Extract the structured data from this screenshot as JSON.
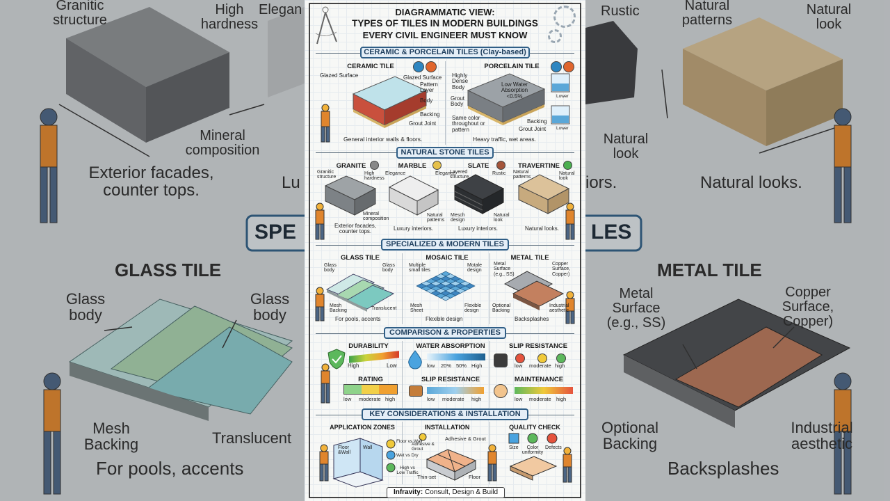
{
  "poster": {
    "title_line1": "DIAGRAMMATIC VIEW:",
    "title_line2": "TYPES OF TILES IN MODERN BUILDINGS",
    "title_line3": "EVERY CIVIL ENGINEER MUST KNOW",
    "footer_brand": "Infravity:",
    "footer_text": "Consult, Design & Build"
  },
  "sections": {
    "ceramic": {
      "heading": "CERAMIC & PORCELAIN TILES (Clay-based)",
      "ceramic_tile": {
        "title": "CERAMIC TILE",
        "labels": [
          "Glazed Surface",
          "Glazed Surface",
          "Pattern Layer",
          "Body",
          "Backing",
          "Grout Joint"
        ],
        "use": "General interior walls & floors."
      },
      "porcelain_tile": {
        "title": "PORCELAIN TILE",
        "labels": [
          "Highly Dense Body",
          "Low Water Absorption <0.5%",
          "Grout Body",
          "Same color throughout or pattern",
          "Backing",
          "Grout Joint",
          "Lower",
          "Lower"
        ],
        "use": "Heavy traffic, wet areas."
      }
    },
    "stone": {
      "heading": "NATURAL STONE TILES",
      "granite": {
        "title": "GRANITE",
        "labels": [
          "Granitic structure",
          "High hardness",
          "Mineral composition"
        ],
        "use": "Exterior facades, counter tops."
      },
      "marble": {
        "title": "MARBLE",
        "labels": [
          "Elegance",
          "Elegance",
          "Natural patterns"
        ],
        "use": "Luxury interiors."
      },
      "slate": {
        "title": "SLATE",
        "labels": [
          "Layered structure",
          "Rustic",
          "Mesch design",
          "Natural look"
        ],
        "use": "Luxury interiors."
      },
      "travertine": {
        "title": "TRAVERTINE",
        "labels": [
          "Natural patterns",
          "Natural look"
        ],
        "use": "Natural looks."
      }
    },
    "specialized": {
      "heading": "SPECIALIZED & MODERN TILES",
      "glass": {
        "title": "GLASS TILE",
        "labels": [
          "Glass body",
          "Glass body",
          "Mesh Backing",
          "Translucent"
        ],
        "use": "For pools, accents"
      },
      "mosaic": {
        "title": "MOSAIC TILE",
        "labels": [
          "Multiple small tiles",
          "Motale design",
          "Mesh Sheet",
          "Flexible design"
        ],
        "use": "Flexible design"
      },
      "metal": {
        "title": "METAL TILE",
        "labels": [
          "Metal Surface (e.g., SS)",
          "Copper Surface, Copper)",
          "Optional Backing",
          "Industrial aesthetic"
        ],
        "use": "Backsplashes"
      }
    },
    "comparison": {
      "heading": "COMPARISON & PROPERTIES",
      "durability": {
        "title": "DURABILITY",
        "low": "Low",
        "high": "High"
      },
      "water_absorption": {
        "title": "WATER ABSORPTION",
        "ticks": [
          "low",
          "20%",
          "50%",
          "High"
        ]
      },
      "slip_resistance_top": {
        "title": "SLIP RESISTANCE",
        "ticks": [
          "low",
          "moderate",
          "high"
        ]
      },
      "rating": {
        "title": "RATING",
        "ticks": [
          "low",
          "moderate",
          "high"
        ]
      },
      "slip_resistance_mid": {
        "title": "SLIP RESISTANCE",
        "ticks": [
          "low",
          "moderate",
          "high"
        ]
      },
      "maintenance": {
        "title": "MAINTENANCE",
        "ticks": [
          "low",
          "moderate",
          "high"
        ]
      }
    },
    "key": {
      "heading": "KEY CONSIDERATIONS & INSTALLATION",
      "application": {
        "title": "APPLICATION ZONES",
        "labels": [
          "Floor vs Wall",
          "Wet vs Dry",
          "High vs Low Traffic",
          "Floor &Wall",
          "Wall"
        ]
      },
      "installation": {
        "title": "INSTALLATION",
        "labels": [
          "Adhesive & Grout",
          "Adhesive & Grout",
          "Thin-set",
          "Floor"
        ]
      },
      "quality": {
        "title": "QUALITY CHECK",
        "labels": [
          "Size",
          "Color uniformity",
          "Defects"
        ]
      }
    }
  },
  "sides": {
    "left": {
      "granite_label": "Granitic structure",
      "hardness_label": "High hardness",
      "elegance_label": "Elegan",
      "mineral_label": "Mineral composition",
      "use": "Exterior facades, counter tops.",
      "use_cut": "Lu",
      "banner": "SPE",
      "glass_title": "GLASS TILE",
      "glass_body_a": "Glass body",
      "glass_body_b": "Glass body",
      "mesh_label": "Mesh Backing",
      "translucent_label": "Translucent",
      "glass_use": "For pools, accents"
    },
    "right": {
      "rustic_label": "Rustic",
      "patterns_label": "Natural patterns",
      "natural_look_a": "Natural look",
      "natural_look_b": "Natural look",
      "use_cut": "iors.",
      "use": "Natural looks.",
      "banner": "LES",
      "metal_title": "METAL TILE",
      "metal_label": "Metal Surface (e.g., SS)",
      "copper_label": "Copper Surface, Copper)",
      "backing_label": "Optional Backing",
      "aesthetic_label": "Industrial aesthetic",
      "metal_use": "Backsplashes"
    }
  },
  "colors": {
    "banner_border": "#2f5e86",
    "ceramic_body": "#c9503d",
    "porcelain_body": "#8e9398",
    "glass": "#7cc9c0",
    "copper": "#b8775a",
    "travertine": "#dcc29a"
  }
}
